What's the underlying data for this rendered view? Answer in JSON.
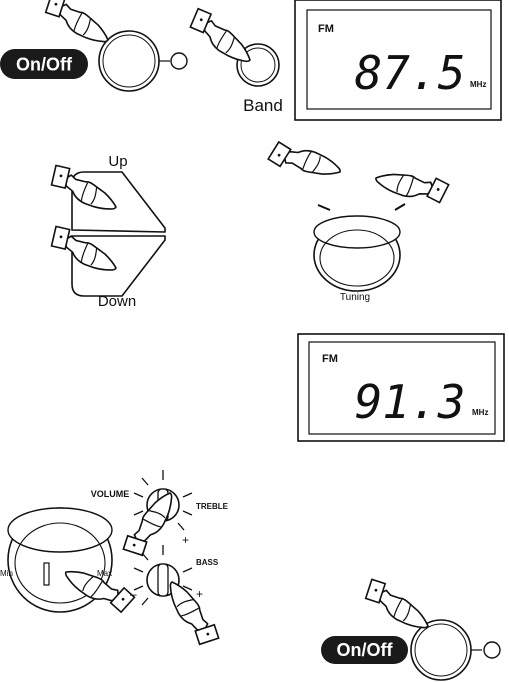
{
  "buttons": {
    "on_off_top": "On/Off",
    "band": "Band",
    "up": "Up",
    "down": "Down",
    "tuning": "Tuning",
    "on_off_bottom": "On/Off"
  },
  "display_top": {
    "band": "FM",
    "frequency": "87.5",
    "unit": "MHz"
  },
  "display_mid": {
    "band": "FM",
    "frequency": "91.3",
    "unit": "MHz"
  },
  "controls": {
    "volume": "VOLUME",
    "treble": "TREBLE",
    "bass": "BASS",
    "min": "Min",
    "max": "Max",
    "minus": "–",
    "plus": "+"
  },
  "colors": {
    "ink": "#111111",
    "pill": "#1a1a1a",
    "background": "#ffffff"
  },
  "icons": [
    "pointing-hand-icon",
    "power-knob-icon",
    "indicator-led-icon",
    "band-button-icon",
    "up-down-rocker-icon",
    "tuning-knob-icon",
    "volume-knob-icon",
    "treble-knob-icon",
    "bass-knob-icon"
  ]
}
